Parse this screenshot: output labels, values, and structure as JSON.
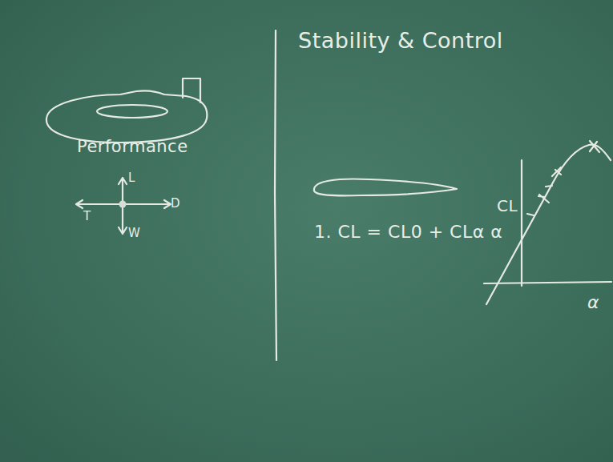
{
  "diagram": {
    "title": "Stability & Control",
    "labels": [
      "Performance",
      "L",
      "T",
      "D",
      "W",
      "1. CL = CL0 + CLα α",
      "CL",
      "α"
    ]
  }
}
